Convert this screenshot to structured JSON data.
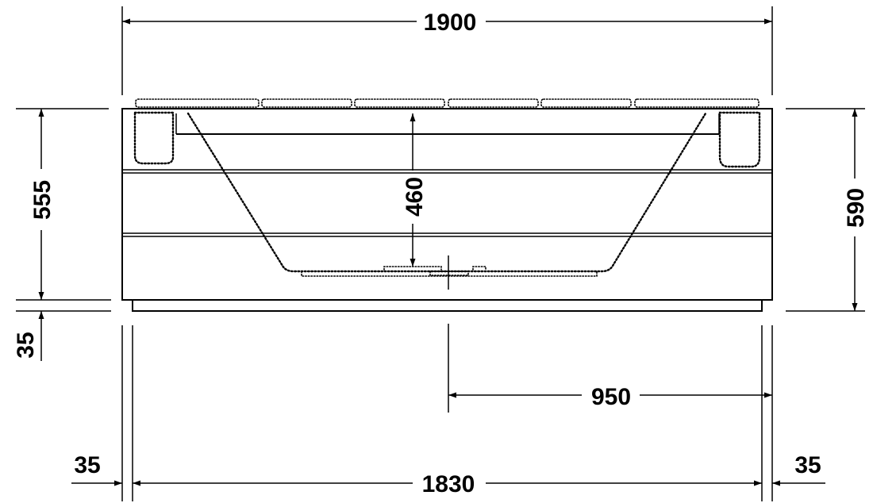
{
  "dimensions": {
    "overall_length": "1900",
    "inner_length": "1830",
    "center_offset": "950",
    "left_margin": "35",
    "right_margin": "35",
    "height_body": "555",
    "height_total": "590",
    "plinth": "35",
    "depth_inner": "460"
  }
}
